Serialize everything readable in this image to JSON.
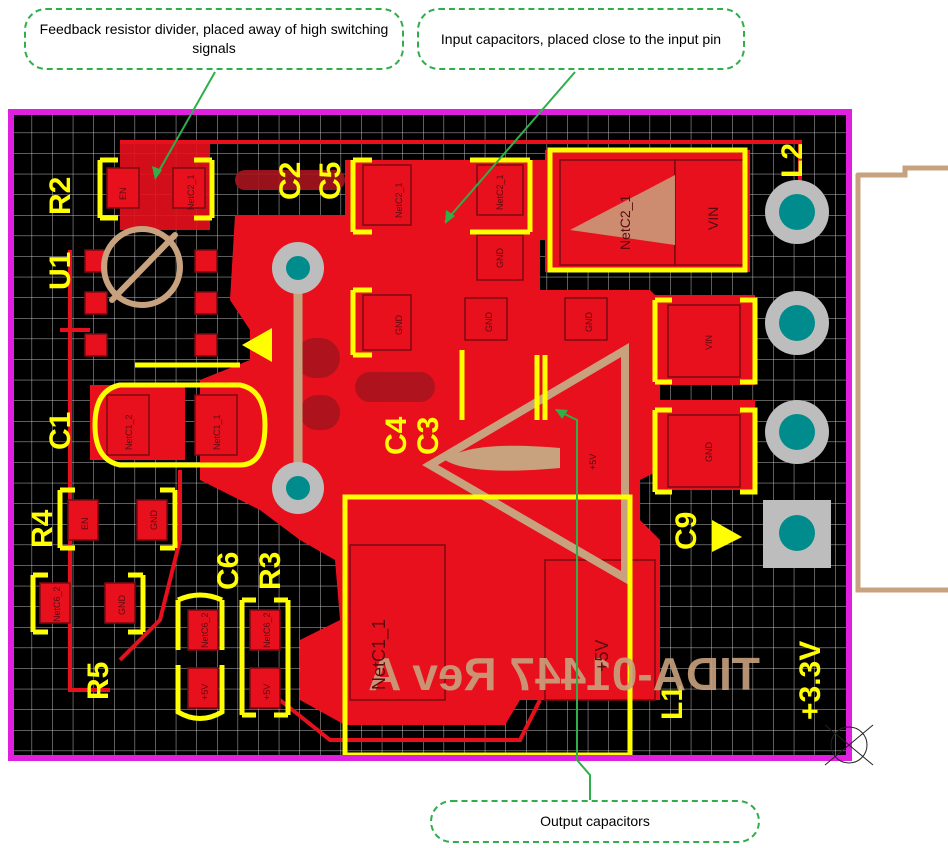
{
  "callouts": {
    "feedback": "Feedback resistor divider, placed away of high switching signals",
    "input_caps": "Input capacitors, placed close to the input pin",
    "output_caps": "Output capacitors"
  },
  "silkscreen": {
    "r2": "R2",
    "u1": "U1",
    "c1": "C1",
    "r4": "R4",
    "r5": "R5",
    "c6": "C6",
    "r3": "R3",
    "c2": "C2",
    "c5": "C5",
    "c4": "C4",
    "c3": "C3",
    "l2": "L2",
    "c9": "C9",
    "l1": "L1",
    "v33": "+3.3V",
    "board": "TIDA-01447 Rev A"
  },
  "pads": {
    "r2_1": "EN",
    "r2_2": "NetC2_1",
    "c2_1": "NetC2_1",
    "c5_1": "NetC2_1",
    "c5_2": "GND",
    "c2_2": "GND",
    "gnd_mid": "GND",
    "gnd_mid2": "GND",
    "l2_2": "NetC2_1",
    "l2_1": "VIN",
    "c9_1": "VIN",
    "c9_2": "GND",
    "c1_2": "NetC1_2",
    "c1_1": "NetC1_1",
    "r4_2": "EN",
    "r4_1": "GND",
    "r5_2": "NetC6_2",
    "r5_1": "GND",
    "c6_2": "NetC6_2",
    "c6_1": "+5V",
    "r3_1": "NetC6_2",
    "r3_2": "+5V",
    "l1_1": "NetC1_1",
    "l1_0": "+5V",
    "c3": "+5V"
  },
  "colors": {
    "board": "#000000",
    "copper": "#e8101c",
    "silk": "#ffff00",
    "outline": "#e020e0",
    "grid": "#c8c8c8",
    "callout_border": "#2fae4a"
  }
}
